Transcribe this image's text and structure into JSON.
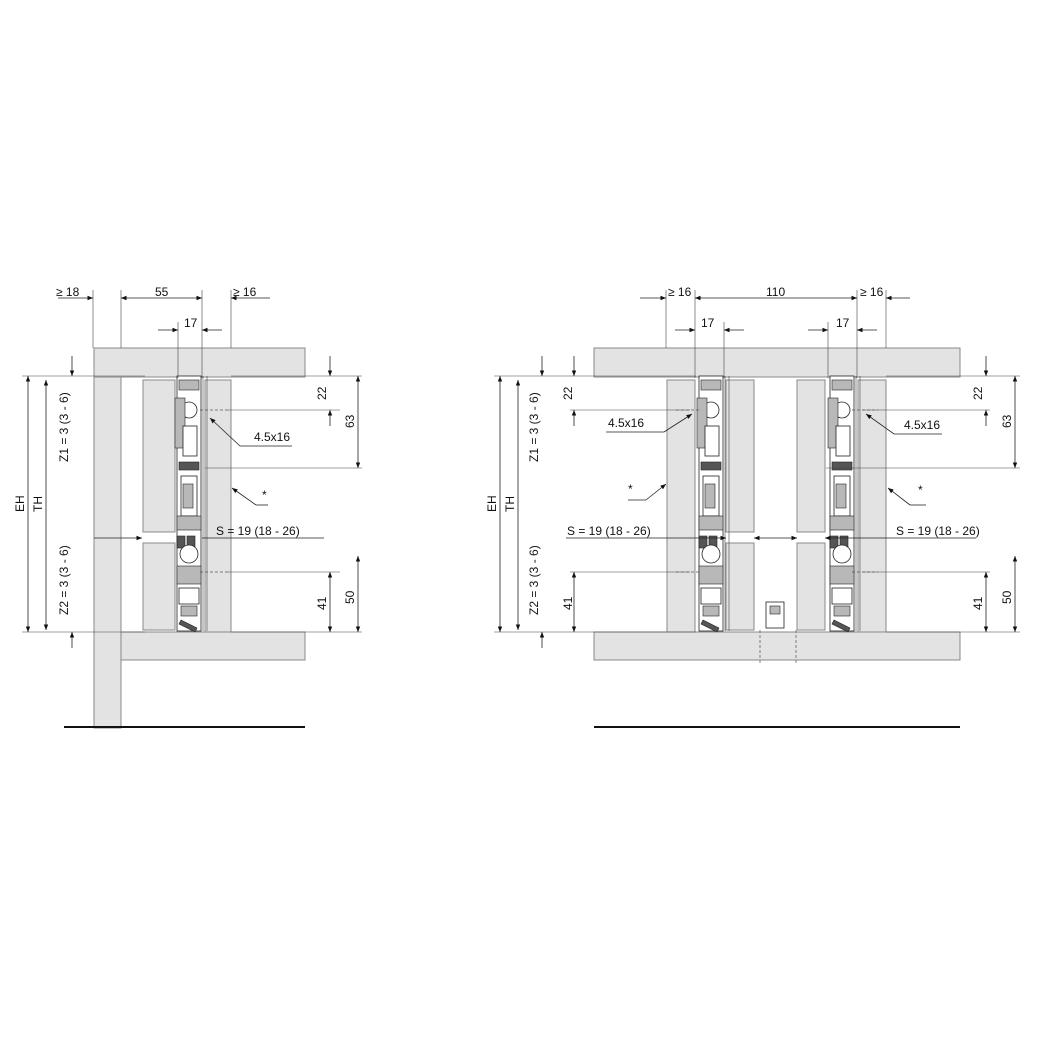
{
  "left": {
    "dim_top": [
      "≥ 18",
      "55",
      "≥ 16"
    ],
    "dim_17": "17",
    "vertical": {
      "eh": "EH",
      "th": "TH",
      "z1": "Z1 = 3 (3 - 6)",
      "z2": "Z2 = 3 (3 - 6)"
    },
    "right_dims": {
      "d22": "22",
      "d63": "63",
      "d41": "41",
      "d50": "50"
    },
    "screw": "4.5x16",
    "star": "*",
    "s_label": "S = 19 (18 - 26)"
  },
  "right": {
    "dim_top": [
      "≥ 16",
      "110",
      "≥ 16"
    ],
    "dim_17_left": "17",
    "dim_17_right": "17",
    "vertical": {
      "eh": "EH",
      "th": "TH",
      "z1": "Z1 = 3 (3 - 6)",
      "z2": "Z2 = 3 (3 - 6)"
    },
    "left_dims": {
      "d22": "22",
      "d41": "41"
    },
    "right_dims": {
      "d22": "22",
      "d63": "63",
      "d41": "41",
      "d50": "50"
    },
    "screw_left": "4.5x16",
    "screw_right": "4.5x16",
    "star_left": "*",
    "star_right": "*",
    "s_left": "S = 19 (18 - 26)",
    "s_right": "S = 19 (18 - 26)"
  }
}
